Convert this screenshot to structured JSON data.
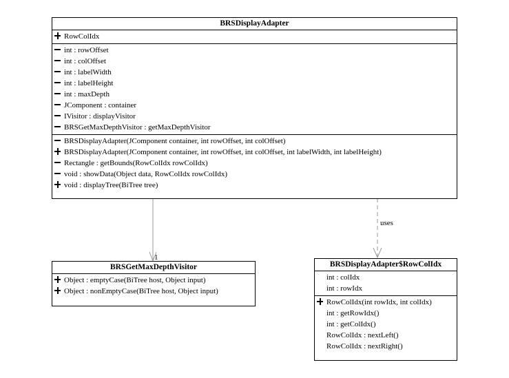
{
  "classes": {
    "display_adapter": {
      "name": "BRSDisplayAdapter",
      "inner": [
        {
          "vis": "plus",
          "text": "RowColIdx"
        }
      ],
      "attributes": [
        {
          "vis": "minus",
          "text": "int : rowOffset"
        },
        {
          "vis": "minus",
          "text": "int : colOffset"
        },
        {
          "vis": "minus",
          "text": "int : labelWidth"
        },
        {
          "vis": "minus",
          "text": "int : labelHeight"
        },
        {
          "vis": "minus",
          "text": "int : maxDepth"
        },
        {
          "vis": "minus",
          "text": "JComponent : container"
        },
        {
          "vis": "minus",
          "text": "IVisitor : displayVisitor"
        },
        {
          "vis": "minus",
          "text": "BRSGetMaxDepthVisitor : getMaxDepthVisitor"
        }
      ],
      "operations": [
        {
          "vis": "minus",
          "text": "BRSDisplayAdapter(JComponent container, int rowOffset, int colOffset)"
        },
        {
          "vis": "plus",
          "text": "BRSDisplayAdapter(JComponent container, int rowOffset, int colOffset, int labelWidth, int labelHeight)"
        },
        {
          "vis": "minus",
          "text": "Rectangle : getBounds(RowColIdx rowColIdx)"
        },
        {
          "vis": "minus",
          "text": "void : showData(Object data, RowColIdx rowColIdx)"
        },
        {
          "vis": "plus",
          "text": "void : displayTree(BiTree tree)"
        }
      ]
    },
    "max_depth_visitor": {
      "name": "BRSGetMaxDepthVisitor",
      "operations": [
        {
          "vis": "plus",
          "text": "Object : emptyCase(BiTree host, Object input)"
        },
        {
          "vis": "plus",
          "text": "Object : nonEmptyCase(BiTree host, Object input)"
        }
      ]
    },
    "row_col_idx": {
      "name": "BRSDisplayAdapter$RowColIdx",
      "attributes": [
        {
          "vis": "none",
          "text": "int : colIdx"
        },
        {
          "vis": "none",
          "text": "int : rowIdx"
        }
      ],
      "operations": [
        {
          "vis": "plus",
          "text": "RowColIdx(int rowIdx, int colIdx)"
        },
        {
          "vis": "none",
          "text": "int : getRowIdx()"
        },
        {
          "vis": "none",
          "text": "int : getColIdx()"
        },
        {
          "vis": "none",
          "text": "RowColIdx : nextLeft()"
        },
        {
          "vis": "none",
          "text": "RowColIdx : nextRight()"
        }
      ]
    }
  },
  "relations": {
    "association": {
      "multiplicity": "1"
    },
    "dependency": {
      "label": "uses"
    }
  }
}
